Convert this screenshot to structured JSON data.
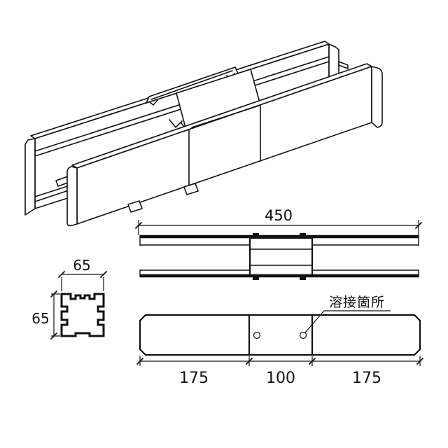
{
  "drawing": {
    "background_color": "#ffffff",
    "line_color": "#111111",
    "views": {
      "plan": {
        "dim_overall": "450"
      },
      "section": {
        "dim_width": "65",
        "dim_height": "65"
      },
      "elevation": {
        "dim_left": "175",
        "dim_center": "100",
        "dim_right": "175",
        "weld_label": "溶接箇所",
        "weld_point_count": 2
      }
    }
  }
}
